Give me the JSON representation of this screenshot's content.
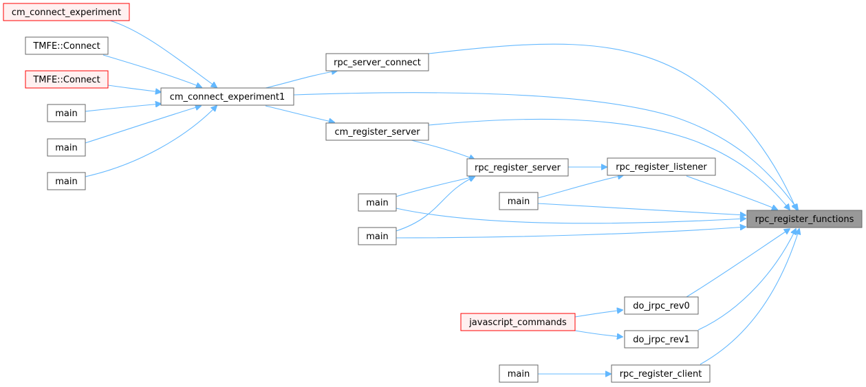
{
  "diagram": {
    "focus_node": "rpc_register_functions",
    "colors": {
      "edge": "#63b8ff",
      "box_border": "#666666",
      "box_border_unresolved": "#ff0000",
      "box_fill_unresolved": "#fff0f0",
      "focus_fill": "#999999"
    },
    "nodes": {
      "n_cm_connect_experiment": {
        "label": "cm_connect_experiment",
        "style": "red"
      },
      "n_tmfe_connect_1": {
        "label": "TMFE::Connect",
        "style": "normal"
      },
      "n_tmfe_connect_2": {
        "label": "TMFE::Connect",
        "style": "red"
      },
      "n_main_a": {
        "label": "main",
        "style": "normal"
      },
      "n_main_b": {
        "label": "main",
        "style": "normal"
      },
      "n_main_c": {
        "label": "main",
        "style": "normal"
      },
      "n_cm_connect_experiment1": {
        "label": "cm_connect_experiment1",
        "style": "normal"
      },
      "n_rpc_server_connect": {
        "label": "rpc_server_connect",
        "style": "normal"
      },
      "n_cm_register_server": {
        "label": "cm_register_server",
        "style": "normal"
      },
      "n_rpc_register_server": {
        "label": "rpc_register_server",
        "style": "normal"
      },
      "n_rpc_register_listener": {
        "label": "rpc_register_listener",
        "style": "normal"
      },
      "n_main_d": {
        "label": "main",
        "style": "normal"
      },
      "n_main_e": {
        "label": "main",
        "style": "normal"
      },
      "n_main_f": {
        "label": "main",
        "style": "normal"
      },
      "n_rpc_register_functions": {
        "label": "rpc_register_functions",
        "style": "focus"
      },
      "n_do_jrpc_rev0": {
        "label": "do_jrpc_rev0",
        "style": "normal"
      },
      "n_javascript_commands": {
        "label": "javascript_commands",
        "style": "red"
      },
      "n_do_jrpc_rev1": {
        "label": "do_jrpc_rev1",
        "style": "normal"
      },
      "n_main_g": {
        "label": "main",
        "style": "normal"
      },
      "n_rpc_register_client": {
        "label": "rpc_register_client",
        "style": "normal"
      }
    },
    "edges": [
      {
        "from": "n_cm_connect_experiment",
        "to": "n_cm_connect_experiment1"
      },
      {
        "from": "n_tmfe_connect_1",
        "to": "n_cm_connect_experiment1"
      },
      {
        "from": "n_tmfe_connect_2",
        "to": "n_cm_connect_experiment1"
      },
      {
        "from": "n_main_a",
        "to": "n_cm_connect_experiment1"
      },
      {
        "from": "n_main_b",
        "to": "n_cm_connect_experiment1"
      },
      {
        "from": "n_main_c",
        "to": "n_cm_connect_experiment1"
      },
      {
        "from": "n_cm_connect_experiment1",
        "to": "n_rpc_server_connect"
      },
      {
        "from": "n_cm_connect_experiment1",
        "to": "n_cm_register_server"
      },
      {
        "from": "n_cm_connect_experiment1",
        "to": "n_rpc_register_functions"
      },
      {
        "from": "n_rpc_server_connect",
        "to": "n_rpc_register_functions"
      },
      {
        "from": "n_cm_register_server",
        "to": "n_rpc_register_server"
      },
      {
        "from": "n_cm_register_server",
        "to": "n_rpc_register_functions"
      },
      {
        "from": "n_rpc_register_server",
        "to": "n_rpc_register_listener"
      },
      {
        "from": "n_main_d",
        "to": "n_rpc_register_server"
      },
      {
        "from": "n_main_e",
        "to": "n_rpc_register_server"
      },
      {
        "from": "n_main_d",
        "to": "n_rpc_register_functions"
      },
      {
        "from": "n_main_e",
        "to": "n_rpc_register_functions"
      },
      {
        "from": "n_rpc_register_listener",
        "to": "n_rpc_register_functions"
      },
      {
        "from": "n_main_f",
        "to": "n_rpc_register_listener"
      },
      {
        "from": "n_main_f",
        "to": "n_rpc_register_functions"
      },
      {
        "from": "n_do_jrpc_rev0",
        "to": "n_rpc_register_functions"
      },
      {
        "from": "n_do_jrpc_rev1",
        "to": "n_rpc_register_functions"
      },
      {
        "from": "n_javascript_commands",
        "to": "n_do_jrpc_rev0"
      },
      {
        "from": "n_javascript_commands",
        "to": "n_do_jrpc_rev1"
      },
      {
        "from": "n_rpc_register_client",
        "to": "n_rpc_register_functions"
      },
      {
        "from": "n_main_g",
        "to": "n_rpc_register_client"
      }
    ]
  }
}
